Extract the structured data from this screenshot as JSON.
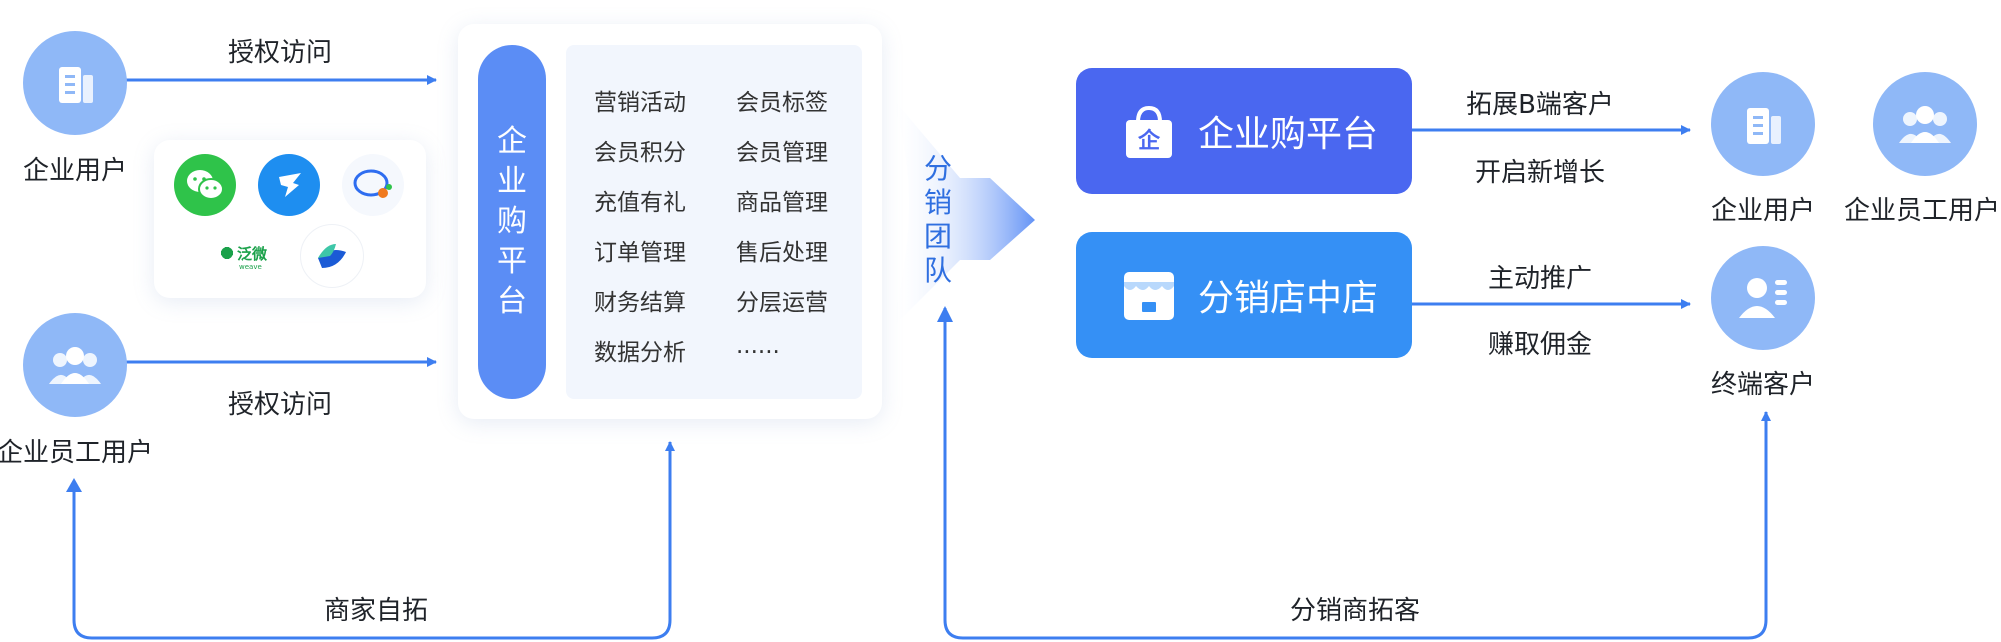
{
  "left": {
    "enterprise_user_label": "企业用户",
    "employee_user_label": "企业员工用户",
    "auth_access_top": "授权访问",
    "auth_access_bottom": "授权访问",
    "apps": [
      "wechat-app-icon",
      "dingtalk-app-icon",
      "feishu-app-icon",
      "weaver-app-icon",
      "lark-app-icon"
    ],
    "weaver_logo_text": "泛微",
    "weaver_logo_sub": "weave"
  },
  "platform_card": {
    "pill_chars": [
      "企",
      "业",
      "购",
      "平",
      "台"
    ],
    "features": [
      [
        "营销活动",
        "会员标签"
      ],
      [
        "会员积分",
        "会员管理"
      ],
      [
        "充值有礼",
        "商品管理"
      ],
      [
        "订单管理",
        "售后处理"
      ],
      [
        "财务结算",
        "分层运营"
      ],
      [
        "数据分析",
        "......"
      ]
    ]
  },
  "distribution_team": {
    "chars": [
      "分",
      "销",
      "团",
      "队"
    ]
  },
  "right": {
    "enterprise_platform_title": "企业购平台",
    "enterprise_platform_badge": "企",
    "store_in_store_title": "分销店中店",
    "expand_b_label": "拓展B端客户",
    "new_growth_label": "开启新增长",
    "promote_label": "主动推广",
    "commission_label": "赚取佣金",
    "enterprise_user_label": "企业用户",
    "employee_user_label": "企业员工用户",
    "terminal_customer_label": "终端客户"
  },
  "bottom": {
    "merchant_self_expand": "商家自拓",
    "distributor_expand": "分销商拓客"
  },
  "colors": {
    "accent": "#3d7ef0",
    "circle": "#8fb8f7",
    "pill": "#5b8df5",
    "enterprise_platform": "#4a67f0",
    "store_in_store": "#3590f5"
  }
}
